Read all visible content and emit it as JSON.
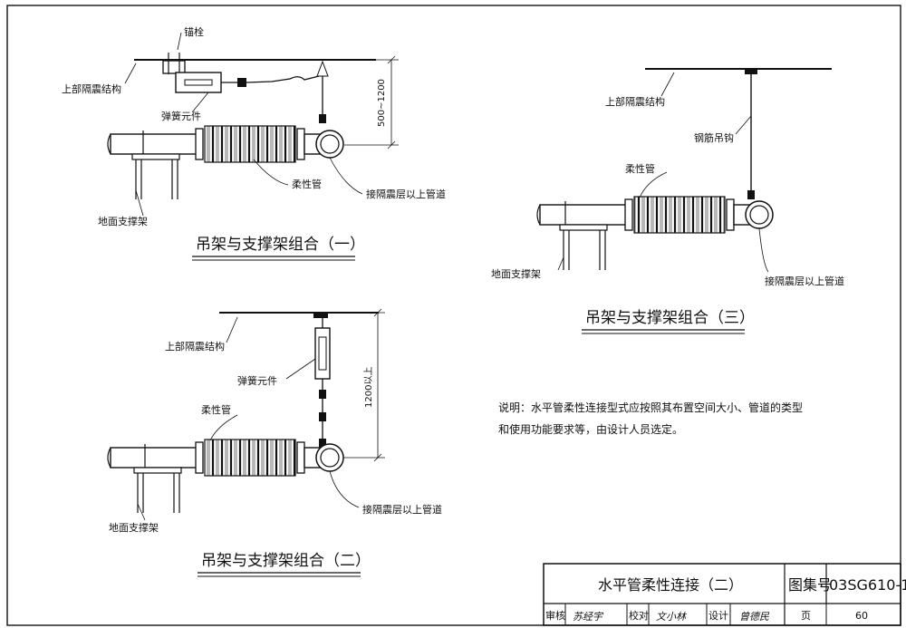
{
  "diagram1": {
    "caption": "吊架与支撑架组合（一）",
    "labels": {
      "anchor_bolt": "锚栓",
      "upper_structure": "上部隔震结构",
      "spring_element": "弹簧元件",
      "dimension": "500~1200",
      "flexible_pipe": "柔性管",
      "ground_support": "地面支撑架",
      "to_pipe": "接隔震层以上管道"
    }
  },
  "diagram2": {
    "caption": "吊架与支撑架组合（二）",
    "labels": {
      "upper_structure": "上部隔震结构",
      "spring_element": "弹簧元件",
      "dimension": "1200以上",
      "flexible_pipe": "柔性管",
      "ground_support": "地面支撑架",
      "to_pipe": "接隔震层以上管道"
    }
  },
  "diagram3": {
    "caption": "吊架与支撑架组合（三）",
    "labels": {
      "upper_structure": "上部隔震结构",
      "steel_hook": "钢筋吊钩",
      "flexible_pipe": "柔性管",
      "ground_support": "地面支撑架",
      "to_pipe": "接隔震层以上管道"
    }
  },
  "note": {
    "line1": "说明：水平管柔性连接型式应按照其布置空间大小、管道的类型",
    "line2": "和使用功能要求等，由设计人员选定。"
  },
  "title_block": {
    "title": "水平管柔性连接（二）",
    "atlas_label": "图集号",
    "atlas_number": "03SG610-1",
    "review_label": "审核",
    "review_sign": "苏经宇",
    "check_label": "校对",
    "check_sign": "文小林",
    "design_label": "设计",
    "design_sign": "曾德民",
    "page_label": "页",
    "page_number": "60"
  }
}
